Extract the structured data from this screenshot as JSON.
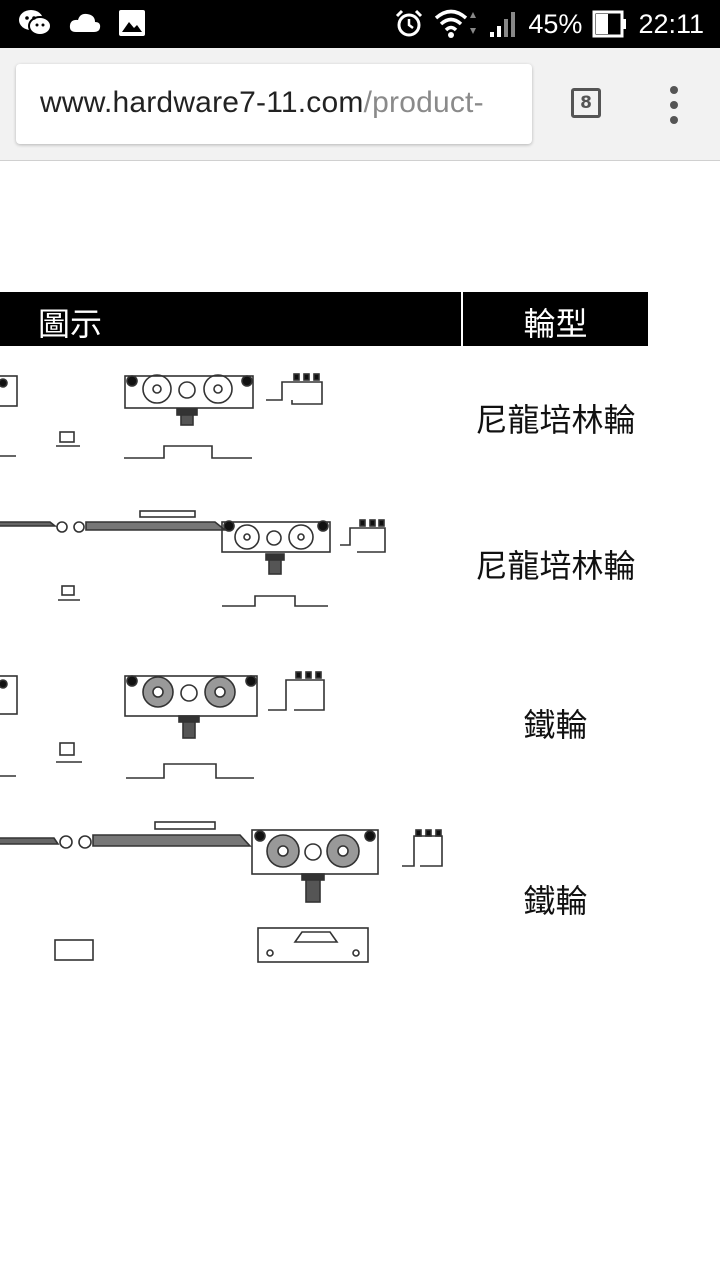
{
  "status_bar": {
    "battery": "45%",
    "time": "22:11",
    "left_icons": [
      "wechat-icon",
      "cloud-icon",
      "image-icon"
    ],
    "right_icons": [
      "alarm-icon",
      "wifi-icon",
      "signal-icon",
      "battery-icon"
    ]
  },
  "browser": {
    "url_domain": "www.hardware7-11.com",
    "url_path": "/product-",
    "tab_count": "8"
  },
  "table": {
    "headers": [
      "圖示",
      "輪型"
    ],
    "rows": [
      {
        "wheel_type": "尼龍培林輪"
      },
      {
        "wheel_type": "尼龍培林輪"
      },
      {
        "wheel_type": "鐵輪"
      },
      {
        "wheel_type": "鐵輪"
      }
    ]
  }
}
